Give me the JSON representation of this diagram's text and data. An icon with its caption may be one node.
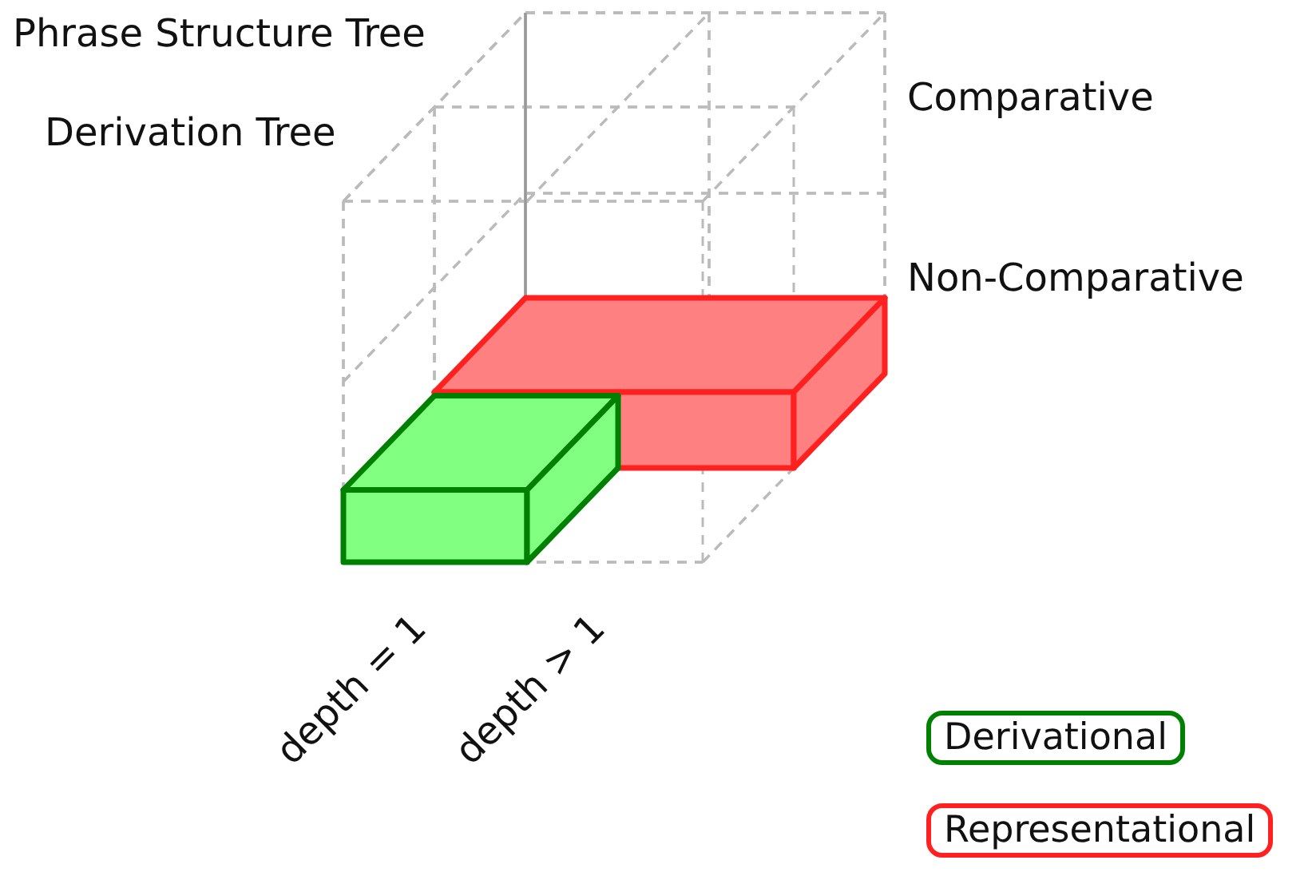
{
  "diagram": {
    "labels": [
      "Phrase Structure Tree",
      "Derivation Tree",
      "Comparative",
      "Non-Comparative",
      "depth = 1",
      "depth > 1"
    ],
    "legend": [
      {
        "text": "Derivational",
        "color": "#008000"
      },
      {
        "text": "Representational",
        "color": "#ff2020"
      }
    ]
  }
}
